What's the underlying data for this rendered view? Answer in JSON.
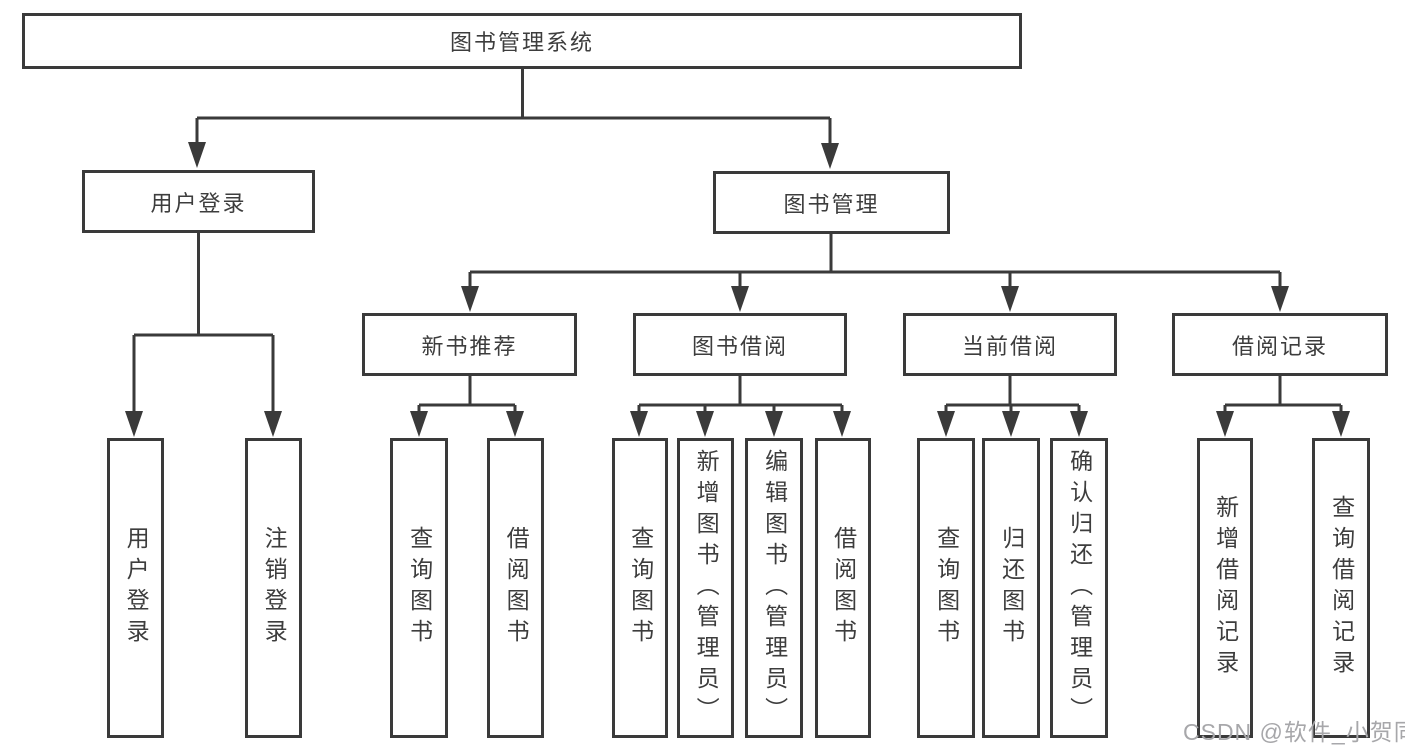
{
  "diagram": {
    "root": "图书管理系统",
    "branches": [
      {
        "label": "用户登录",
        "children": [
          {
            "label": "用户登录"
          },
          {
            "label": "注销登录"
          }
        ]
      },
      {
        "label": "图书管理",
        "children": [
          {
            "label": "新书推荐",
            "children": [
              {
                "label": "查询图书"
              },
              {
                "label": "借阅图书"
              }
            ]
          },
          {
            "label": "图书借阅",
            "children": [
              {
                "label": "查询图书"
              },
              {
                "label": "新增图书（管理员）"
              },
              {
                "label": "编辑图书（管理员）"
              },
              {
                "label": "借阅图书"
              }
            ]
          },
          {
            "label": "当前借阅",
            "children": [
              {
                "label": "查询图书"
              },
              {
                "label": "归还图书"
              },
              {
                "label": "确认归还（管理员）"
              }
            ]
          },
          {
            "label": "借阅记录",
            "children": [
              {
                "label": "新增借阅记录"
              },
              {
                "label": "查询借阅记录"
              }
            ]
          }
        ]
      }
    ]
  },
  "watermark": "CSDN @软件_小贺同学",
  "colors": {
    "line": "#3a3a3a",
    "text": "#3d3d3d",
    "watermark": "#a7a7aa",
    "background": "#ffffff"
  }
}
